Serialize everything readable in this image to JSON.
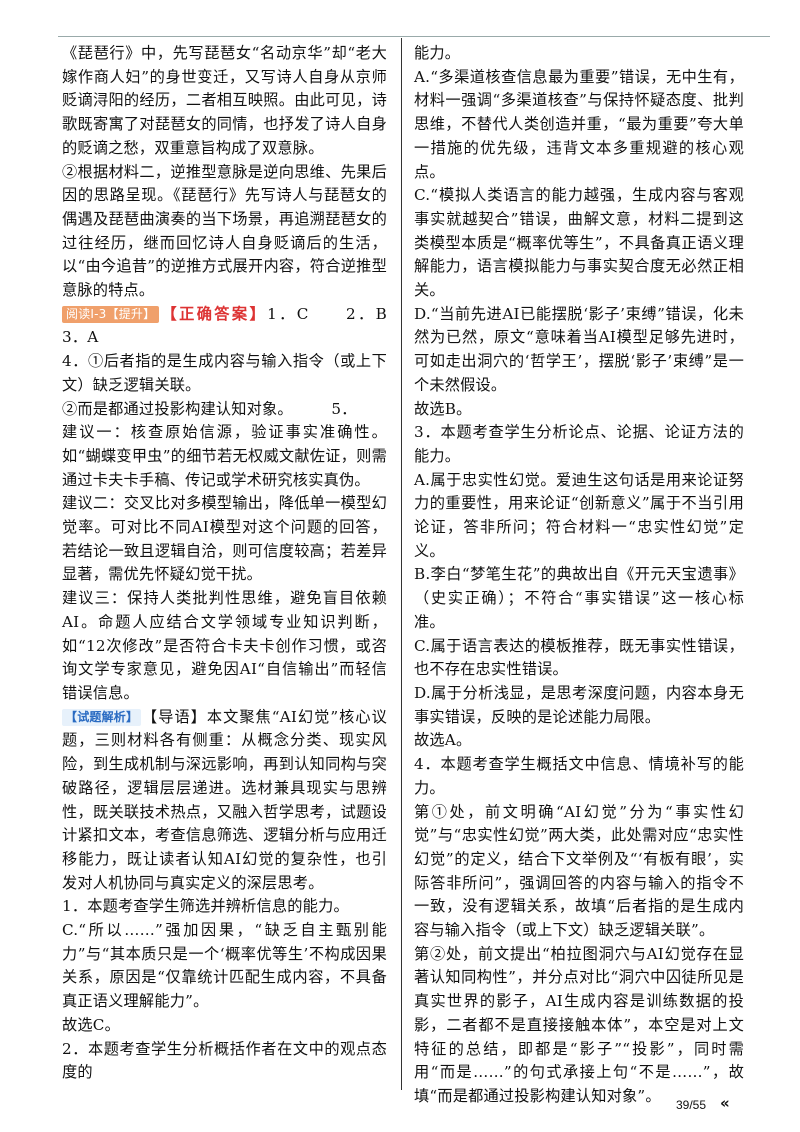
{
  "left": {
    "p1": "《琵琶行》中，先写琵琶女“名动京华”却“老大嫁作商人妇”的身世变迁，又写诗人自身从京师贬谪浔阳的经历，二者相互映照。由此可见，诗歌既寄寓了对琵琶女的同情，也抒发了诗人自身的贬谪之愁，双重意旨构成了双意脉。",
    "p2": "②根据材料二，逆推型意脉是逆向思维、先果后因的思路呈现。《琵琶行》先写诗人与琵琶女的偶遇及琵琶曲演奏的当下场景，再追溯琵琶女的过往经历，继而回忆诗人自身贬谪后的生活，以“由今追昔”的逆推方式展开内容，符合逆推型意脉的特点。",
    "tag_read": "阅读Ⅰ-3【提升】",
    "answer_label": "【正确答案】",
    "answers": "1．C　　2．B　　3．A",
    "p4": "4．①后者指的是生成内容与输入指令（或上下文）缺乏逻辑关联。",
    "p5": "②而是都通过投影构建认知对象。　　　5．",
    "p6": "建议一：核查原始信源，验证事实准确性。如“蝴蝶变甲虫”的细节若无权威文献佐证，则需通过卡夫卡手稿、传记或学术研究核实真伪。",
    "p7": "建议二：交叉比对多模型输出，降低单一模型幻觉率。可对比不同AI模型对这个问题的回答，若结论一致且逻辑自洽，则可信度较高；若差异显著，需优先怀疑幻觉干扰。",
    "p8": "建议三：保持人类批判性思维，避免盲目依赖AI。命题人应结合文学领域专业知识判断，如“12次修改”是否符合卡夫卡创作习惯，或咨询文学专家意见，避免因AI“自信输出”而轻信错误信息。",
    "tag_analysis": "【试题解析】",
    "p9": "【导语】本文聚焦“AI幻觉”核心议题，三则材料各有侧重：从概念分类、现实风险，到生成机制与深远影响，再到认知同构与突破路径，逻辑层层递进。选材兼具现实与思辨性，既关联技术热点，又融入哲学思考，试题设计紧扣文本，考查信息筛选、逻辑分析与应用迁移能力，既让读者认知AI幻觉的复杂性，也引发对人机协同与真实定义的深层思考。",
    "p10": "1．本题考查学生筛选并辨析信息的能力。",
    "p11": "C.“所以……”强加因果，“缺乏自主甄别能力”与“其本质只是一个‘概率优等生’不构成因果关系，原因是“仅靠统计匹配生成内容，不具备真正语义理解能力”。",
    "p12": "故选C。",
    "p13": "2．本题考查学生分析概括作者在文中的观点态度的"
  },
  "right": {
    "r1": "能力。",
    "r2": "A.“多渠道核查信息最为重要”错误，无中生有，材料一强调“多渠道核查”与保持怀疑态度、批判思维，不替代人类创造并重，“最为重要”夸大单一措施的优先级，违背文本多重规避的核心观点。",
    "r3": "C.“模拟人类语言的能力越强，生成内容与客观事实就越契合”错误，曲解文意，材料二提到这类模型本质是“概率优等生”，不具备真正语义理解能力，语言模拟能力与事实契合度无必然正相关。",
    "r4": "D.“当前先进AI已能摆脱‘影子’束缚”错误，化未然为已然，原文“意味着当AI模型足够先进时，可如走出洞穴的‘哲学王’，摆脱‘影子’束缚”是一个未然假设。",
    "r5": "故选B。",
    "r6": "3．本题考查学生分析论点、论据、论证方法的能力。",
    "r7": "A.属于忠实性幻觉。爱迪生这句话是用来论证努力的重要性，用来论证“创新意义”属于不当引用论证，答非所问；符合材料一“忠实性幻觉”定义。",
    "r8": "B.李白“梦笔生花”的典故出自《开元天宝遗事》（史实正确）；不符合“事实错误”这一核心标准。",
    "r9": "C.属于语言表达的模板推荐，既无事实性错误，也不存在忠实性错误。",
    "r10": "D.属于分析浅显，是思考深度问题，内容本身无事实错误，反映的是论述能力局限。",
    "r11": "故选A。",
    "r12": "4．本题考查学生概括文中信息、情境补写的能力。",
    "r13": "第①处，前文明确“AI幻觉”分为“事实性幻觉”与“忠实性幻觉”两大类，此处需对应“忠实性幻觉”的定义，结合下文举例及“‘有板有眼’，实际答非所问”，强调回答的内容与输入的指令不一致，没有逻辑关系，故填“后者指的是生成内容与输入指令（或上下文）缺乏逻辑关联”。",
    "r14": "第②处，前文提出“柏拉图洞穴与AI幻觉存在显著认知同构性”，并分点对比“洞穴中囚徒所见是真实世界的影子，AI生成内容是训练数据的投影，二者都不是直接接触本体”，本空是对上文特征的总结，即都是“影子”“投影”，同时需用“而是……”的句式承接上句“不是……”，故填“而是都通过投影构建认知对象”。"
  },
  "footer": {
    "page_num": "39/55",
    "arrow": "«"
  }
}
